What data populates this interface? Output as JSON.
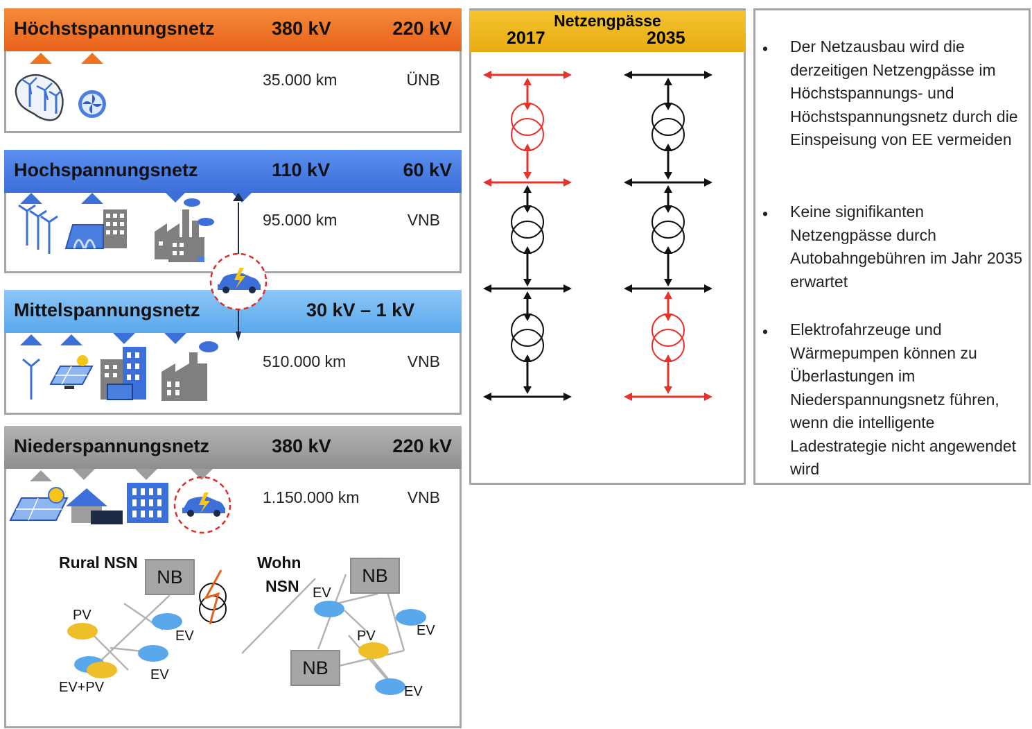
{
  "networks": [
    {
      "name": "Höchstspannungsnetz",
      "voltage1": "380 kV",
      "voltage2": "220 kV",
      "length": "35.000 km",
      "operator": "ÜNB",
      "color": "#f07420"
    },
    {
      "name": "Hochspannungsnetz",
      "voltage1": "110 kV",
      "voltage2": "60 kV",
      "length": "95.000 km",
      "operator": "VNB",
      "color": "#4a7fe0"
    },
    {
      "name": "Mittelspannungsnetz",
      "voltage1": "30 kV – 1 kV",
      "voltage2": "",
      "length": "510.000 km",
      "operator": "VNB",
      "color": "#6db4f0"
    },
    {
      "name": "Niederspannungsnetz",
      "voltage1": "380 kV",
      "voltage2": "220 kV",
      "length": "1.150.000 km",
      "operator": "VNB",
      "color": "#9d9d9d"
    }
  ],
  "rural": {
    "title": "Rural NSN",
    "nb": "NB",
    "labels": {
      "pv": "PV",
      "ev1": "EV",
      "ev2": "EV",
      "evpv": "EV+PV"
    }
  },
  "wohn": {
    "title_line1": "Wohn",
    "title_line2": "NSN",
    "nb1": "NB",
    "nb2": "NB",
    "labels": {
      "ev1": "EV",
      "ev2": "EV",
      "pv": "PV",
      "ev3": "EV"
    }
  },
  "congestion": {
    "title": "Netzengpässe",
    "year1": "2017",
    "year2": "2035",
    "red": "#e8312a",
    "black": "#111111"
  },
  "bullets": [
    "Der Netzausbau wird die derzeitigen Netzengpässe im Höchstspannungs- und Höchstspannungsnetz durch die Einspeisung von EE vermeiden",
    "Keine signifikanten Netzengpässe durch Autobahngebühren im Jahr 2035 erwartet",
    "Elektrofahrzeuge und Wärmepumpen können zu Überlastungen im Niederspannungsnetz führen, wenn die intelligente Ladestrategie nicht angewendet wird"
  ],
  "icons": [
    "wind-turbine-icon",
    "heat-pump-icon",
    "hydro-plant-icon",
    "factory-icon",
    "solar-panel-icon",
    "office-building-icon",
    "house-icon",
    "electric-car-icon",
    "transformer-icon"
  ]
}
